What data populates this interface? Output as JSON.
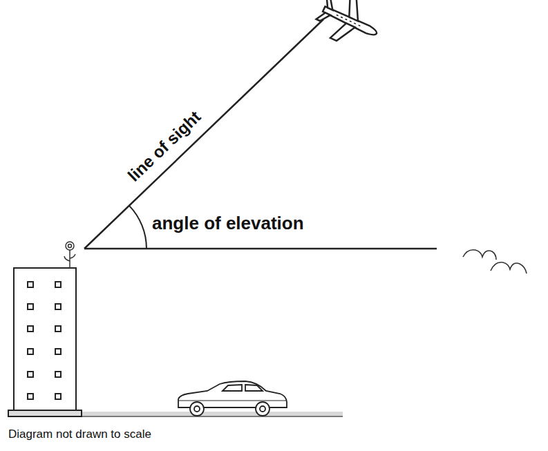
{
  "diagram": {
    "labels": [
      "line of sight",
      "angle of elevation",
      "Diagram not drawn to scale"
    ]
  }
}
